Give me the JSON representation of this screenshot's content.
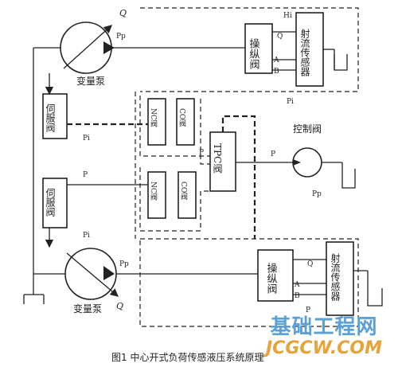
{
  "diagram": {
    "upper_pump_label": "变量泵",
    "lower_pump_label": "变量泵",
    "upper_servo_label": "伺服阀",
    "lower_servo_label": "伺服阀",
    "upper_control_valve": "操纵阀",
    "lower_control_valve": "操纵阀",
    "upper_flow_sensor": "射流传感器",
    "lower_flow_sensor": "射流传感器",
    "upper_nc_valve": "NC阀",
    "upper_co_valve": "CO阀",
    "lower_nc_valve": "NC阀",
    "lower_co_valve": "CO阀",
    "tpc_valve": "TPC阀",
    "relief_valve_label": "控制阀",
    "symbols": {
      "q_top": "Q",
      "pp_top": "Pp",
      "hi": "Hi",
      "q_upper_valve": "Q",
      "a_upper": "A",
      "b_upper": "B",
      "p_upper_sensor": "Pi",
      "pi_upper": "Pi",
      "p_mid_left": "P",
      "p_tpc_left": "P",
      "p_tpc_right": "P",
      "pp_relief": "Pp",
      "pi_lower": "Pi",
      "pp_lower": "Pp",
      "q_lower_valve": "Q",
      "a_lower": "A",
      "b_lower": "B",
      "p_lower_sensor": "P",
      "q_bottom": "Q"
    },
    "caption": "图1  中心开式负荷传感液压系统原理"
  },
  "watermark": {
    "cn": "基础工程网",
    "en": "JCGCW.COM"
  }
}
